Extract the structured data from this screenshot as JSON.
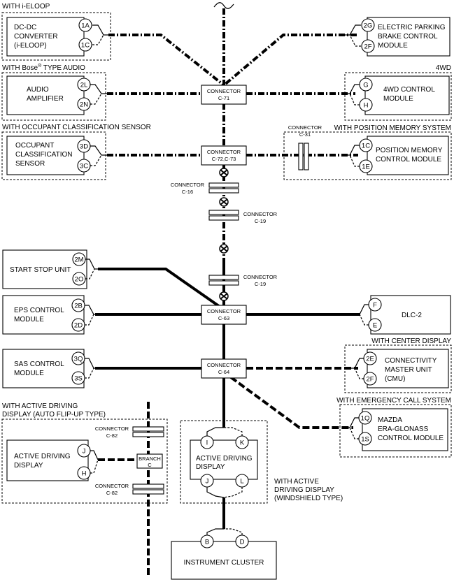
{
  "labels": {
    "with_ieloop": "WITH i-ELOOP",
    "with_bose_a": "WITH Bose",
    "with_bose_reg": "®",
    "with_bose_b": " TYPE AUDIO",
    "fourwd": "4WD",
    "with_ocs": "WITH OCCUPANT CLASSIFICATION SENSOR",
    "with_posmem": "WITH POSITION MEMORY SYSTEM",
    "with_center": "WITH CENTER DISPLAY",
    "with_emerg": "WITH EMERGENCY CALL SYSTEM",
    "with_adf_1": "WITH ACTIVE DRIVING",
    "with_adf_2": "DISPLAY (AUTO FLIP-UP TYPE)",
    "with_adw_1": "WITH ACTIVE",
    "with_adw_2": "DRIVING DISPLAY",
    "with_adw_3": "(WINDSHIELD TYPE)"
  },
  "modules": {
    "dcdc": [
      "DC-DC",
      "CONVERTER",
      "(i-ELOOP)"
    ],
    "epb": [
      "ELECTRIC PARKING",
      "BRAKE CONTROL",
      "MODULE"
    ],
    "audio": [
      "AUDIO",
      "AMPLIFIER"
    ],
    "fourwd_cm": [
      "4WD CONTROL",
      "MODULE"
    ],
    "ocs": [
      "OCCUPANT",
      "CLASSIFICATION",
      "SENSOR"
    ],
    "posmem": [
      "POSITION MEMORY",
      "CONTROL MODULE"
    ],
    "start_stop": "START STOP UNIT",
    "eps": [
      "EPS CONTROL",
      "MODULE"
    ],
    "dlc": "DLC-2",
    "sas": [
      "SAS CONTROL",
      "MODULE"
    ],
    "cmu": [
      "CONNECTIVITY",
      "MASTER UNIT",
      "(CMU)"
    ],
    "era": [
      "MAZDA",
      "ERA-GLONASS",
      "CONTROL MODULE"
    ],
    "adf": [
      "ACTIVE DRIVING",
      "DISPLAY"
    ],
    "adw": [
      "ACTIVE DRIVING",
      "DISPLAY"
    ],
    "cluster": "INSTRUMENT CLUSTER"
  },
  "pins": {
    "dcdc": [
      "1A",
      "1C"
    ],
    "epb": [
      "2G",
      "2F"
    ],
    "audio": [
      "2L",
      "2N"
    ],
    "fourwd_cm": [
      "G",
      "H"
    ],
    "ocs": [
      "3D",
      "3C"
    ],
    "posmem": [
      "1C",
      "1E"
    ],
    "start_stop": [
      "2M",
      "2O"
    ],
    "eps": [
      "2B",
      "2D"
    ],
    "dlc": [
      "F",
      "E"
    ],
    "sas": [
      "3Q",
      "3S"
    ],
    "cmu": [
      "2E",
      "2F"
    ],
    "era": [
      "1Q",
      "1S"
    ],
    "adf": [
      "J",
      "H"
    ],
    "adw_top": [
      "I",
      "K"
    ],
    "adw_bottom": [
      "J",
      "L"
    ],
    "cluster": [
      "B",
      "D"
    ]
  },
  "connectors": {
    "c71": [
      "CONNECTOR",
      "C-71"
    ],
    "c7273": [
      "CONNECTOR",
      "C-72,C-73"
    ],
    "c16": [
      "CONNECTOR",
      "C-16"
    ],
    "c19a": [
      "CONNECTOR",
      "C-19"
    ],
    "c19b": [
      "CONNECTOR",
      "C-19"
    ],
    "c63": [
      "CONNECTOR",
      "C-63"
    ],
    "c64": [
      "CONNECTOR",
      "C-64"
    ],
    "c31": [
      "CONNECTOR",
      "C-31"
    ],
    "c82a": [
      "CONNECTOR",
      "C-82"
    ],
    "c82b": [
      "CONNECTOR",
      "C-82"
    ],
    "branch": [
      "BRANCH",
      "C"
    ]
  }
}
